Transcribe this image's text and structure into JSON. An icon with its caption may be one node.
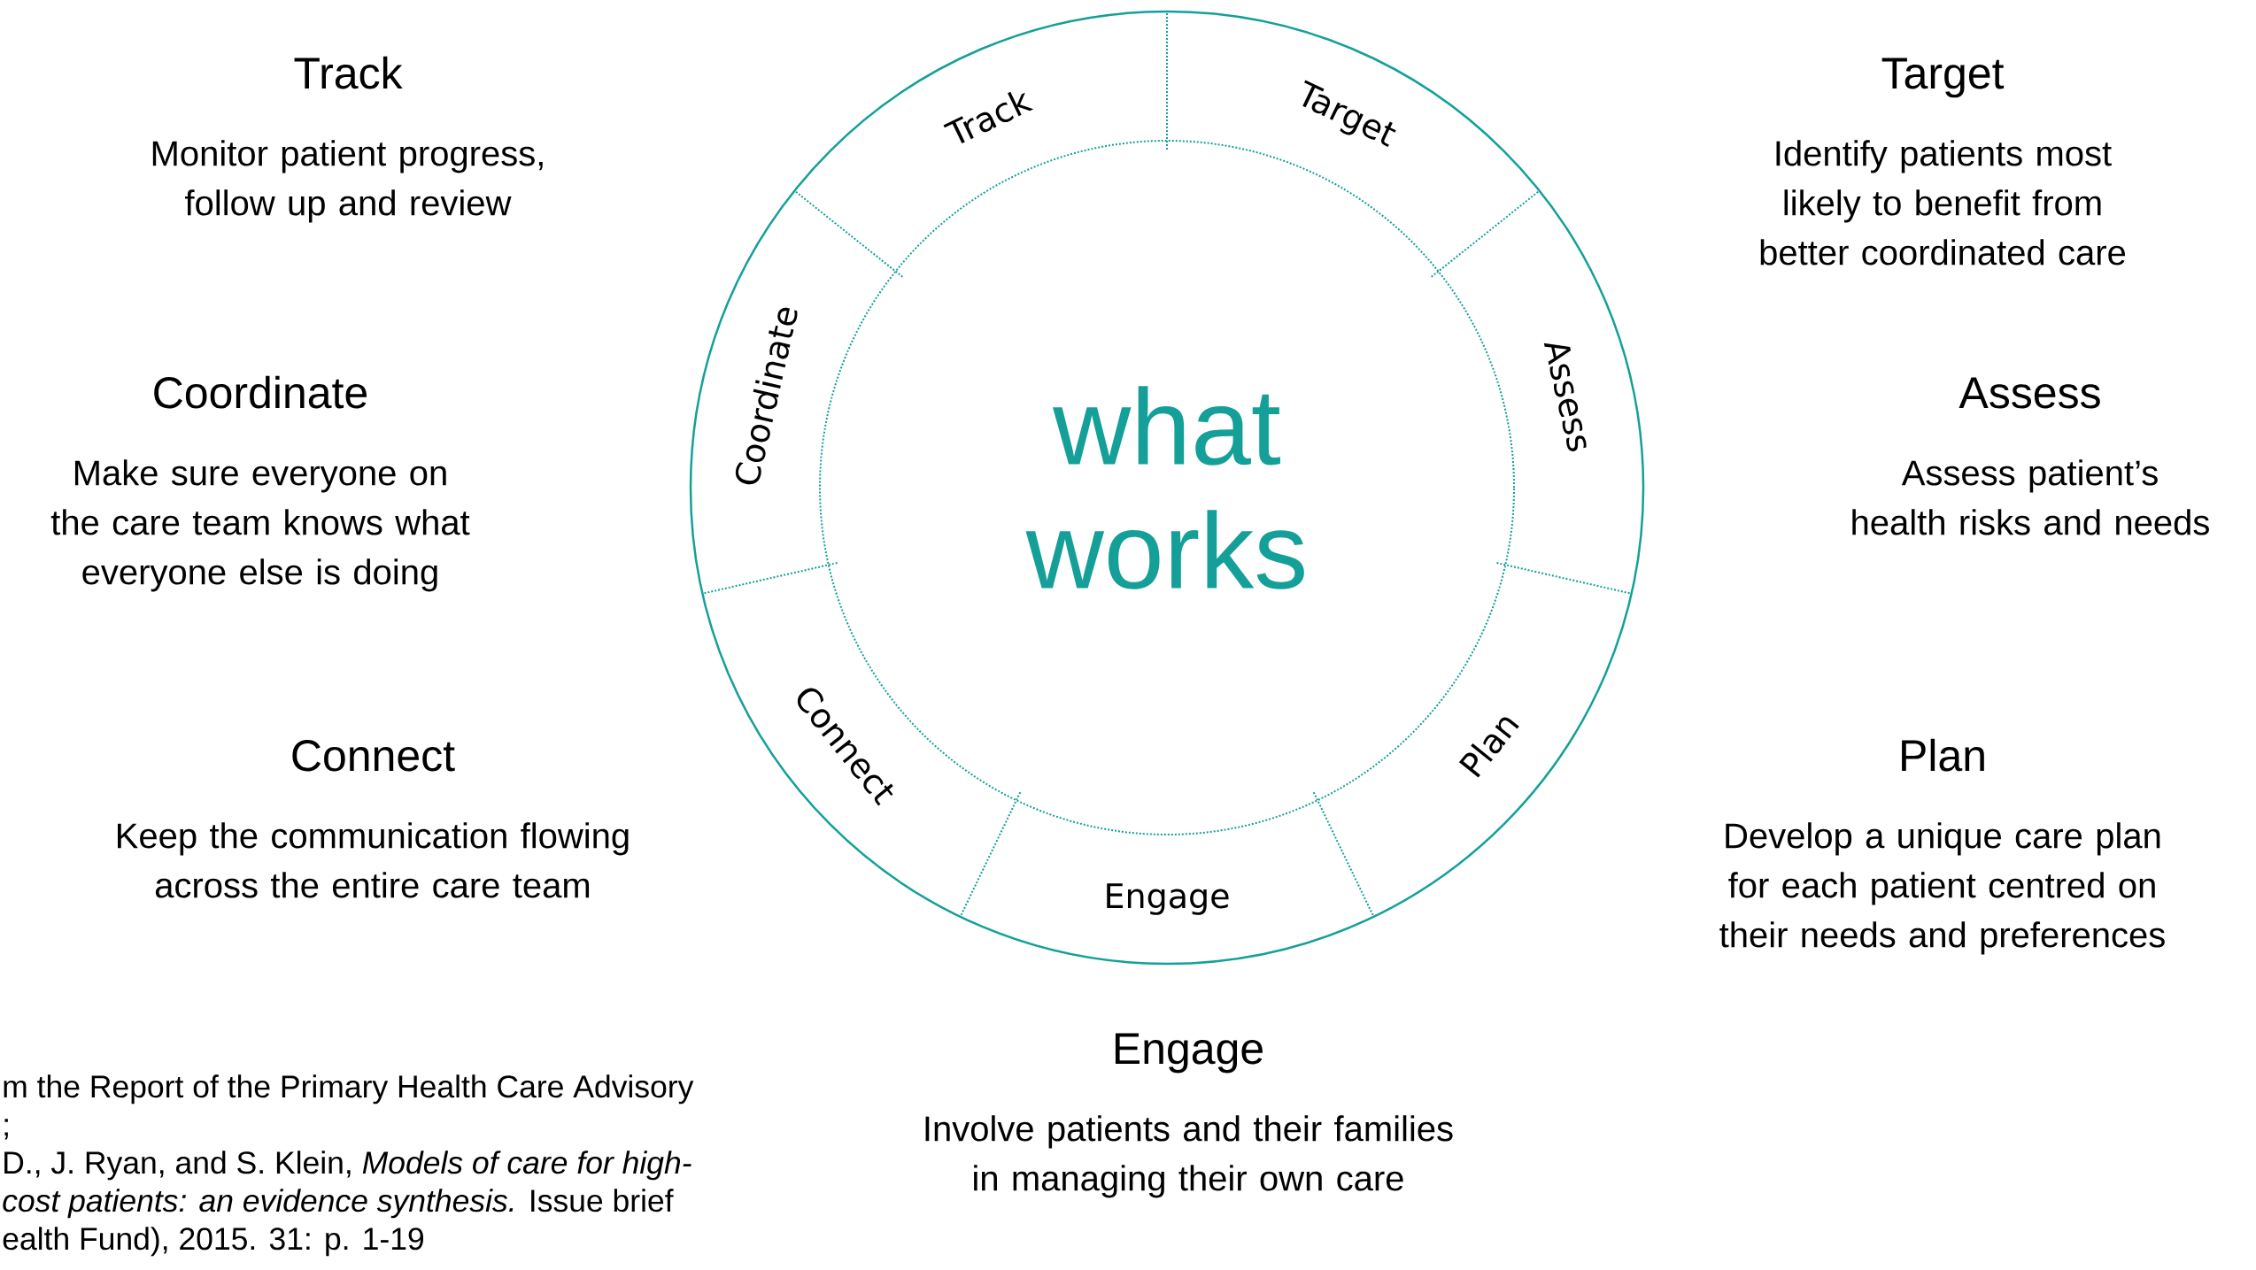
{
  "diagram": {
    "nodes": [
      {
        "text": [
          "what works"
        ]
      },
      {
        "text": [
          "Track"
        ],
        "beside": [
          "Track",
          "Monitor patient progress, follow up and review"
        ]
      },
      {
        "text": [
          "Target"
        ],
        "beside": [
          "Target",
          "Identify patients most likely to benefit from better coordinated care"
        ]
      },
      {
        "text": [
          "Assess"
        ],
        "beside": [
          "Assess",
          "Assess patient’s health risks and needs"
        ]
      },
      {
        "text": [
          "Plan"
        ],
        "beside": [
          "Plan",
          "Develop a unique care plan for each patient centred on their needs and preferences"
        ]
      },
      {
        "text": [
          "Engage"
        ],
        "beside": [
          "Engage",
          "Involve patients and their families in managing their own care"
        ]
      },
      {
        "text": [
          "Connect"
        ],
        "beside": [
          "Connect",
          "Keep the communication flowing across the entire care team"
        ]
      },
      {
        "text": [
          "Coordinate"
        ],
        "beside": [
          "Coordinate",
          "Make sure everyone on the care team knows what everyone else is doing"
        ]
      }
    ],
    "labels": [
      "m the Report of the Primary Health Care Advisory",
      ";",
      "D., J. Ryan, and S. Klein, *Models of care for high-*",
      "*cost patients: an evidence synthesis.* Issue brief",
      "ealth Fund), 2015. 31: p. 1-19"
    ]
  }
}
